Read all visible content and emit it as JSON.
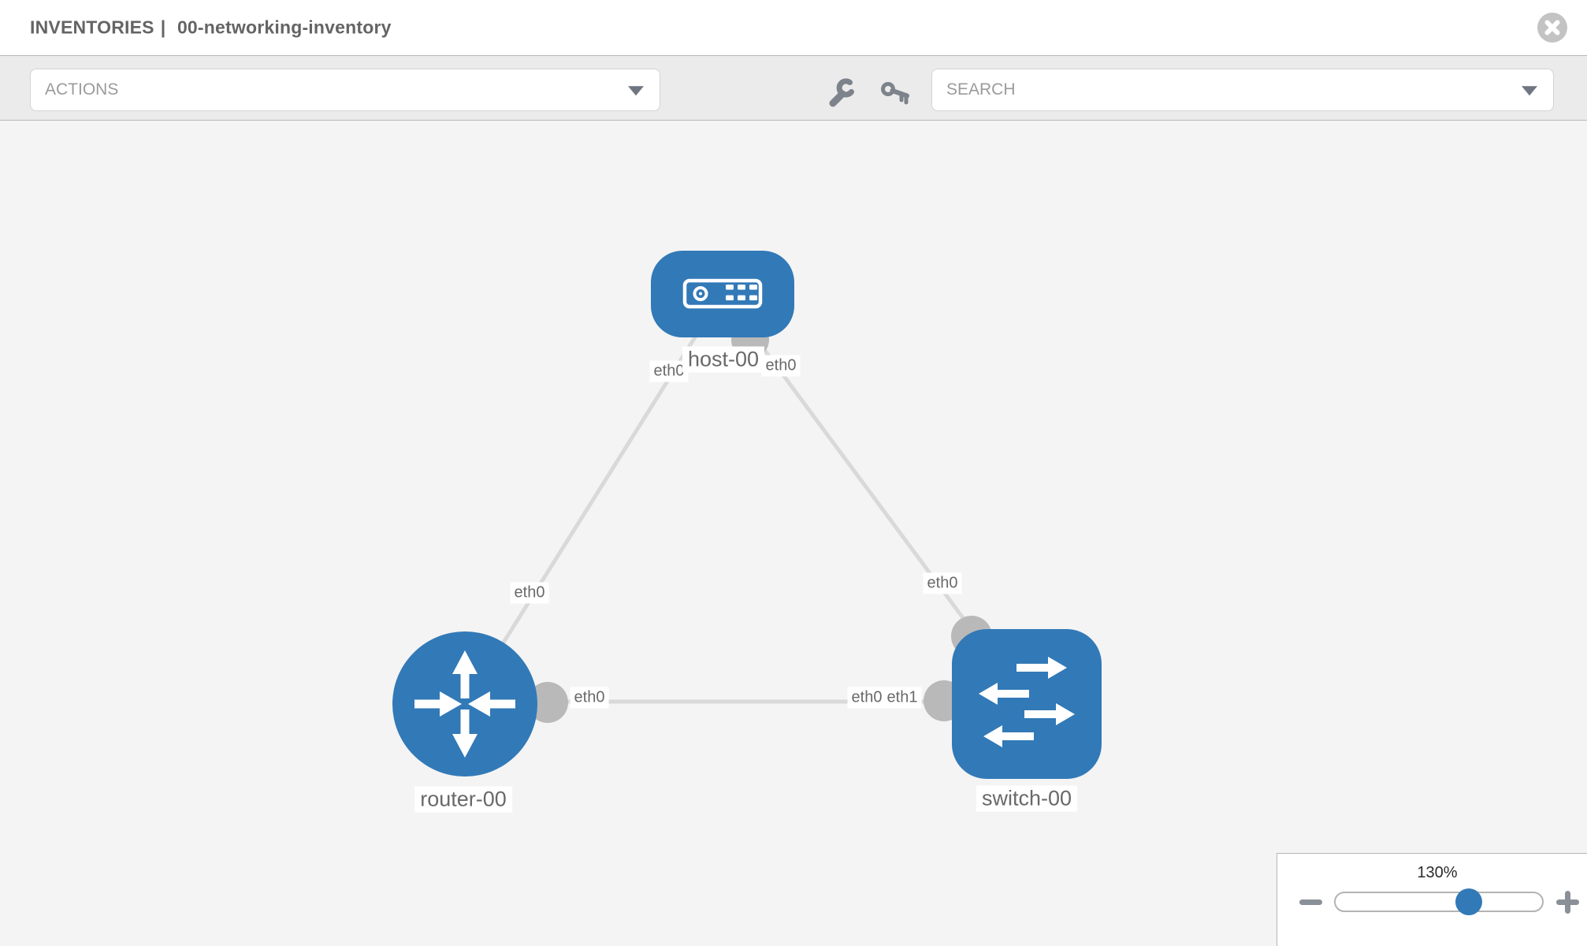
{
  "window": {
    "title_section": "INVENTORIES",
    "title_separator": "|",
    "inventory_name": "00-networking-inventory"
  },
  "toolbar": {
    "actions_label": "ACTIONS",
    "search_placeholder": "SEARCH"
  },
  "icons": {
    "close": "close-icon",
    "wrench": "wrench-icon",
    "key": "key-icon",
    "dropdown": "chevron-down-icon",
    "zoom_out": "minus-icon",
    "zoom_in": "plus-icon"
  },
  "colors": {
    "node_blue": "#3279b7",
    "link_gray": "#d9d9d9",
    "port_gray": "#b9b9b9"
  },
  "topology": {
    "nodes": [
      {
        "label": "host-00",
        "type": "host"
      },
      {
        "label": "router-00",
        "type": "router"
      },
      {
        "label": "switch-00",
        "type": "switch"
      }
    ],
    "links": [
      {
        "source": "host-00",
        "target": "router-00",
        "source_interface": "eth0",
        "target_interface": "eth0"
      },
      {
        "source": "host-00",
        "target": "switch-00",
        "source_interface": "eth0",
        "target_interface": "eth0"
      },
      {
        "source": "router-00",
        "target": "switch-00",
        "source_interface": "eth0",
        "target_interface": "eth1",
        "occluded_label": "eth0"
      }
    ]
  },
  "zoom_control": {
    "level": "130%",
    "thumb_position_pct": 64
  }
}
